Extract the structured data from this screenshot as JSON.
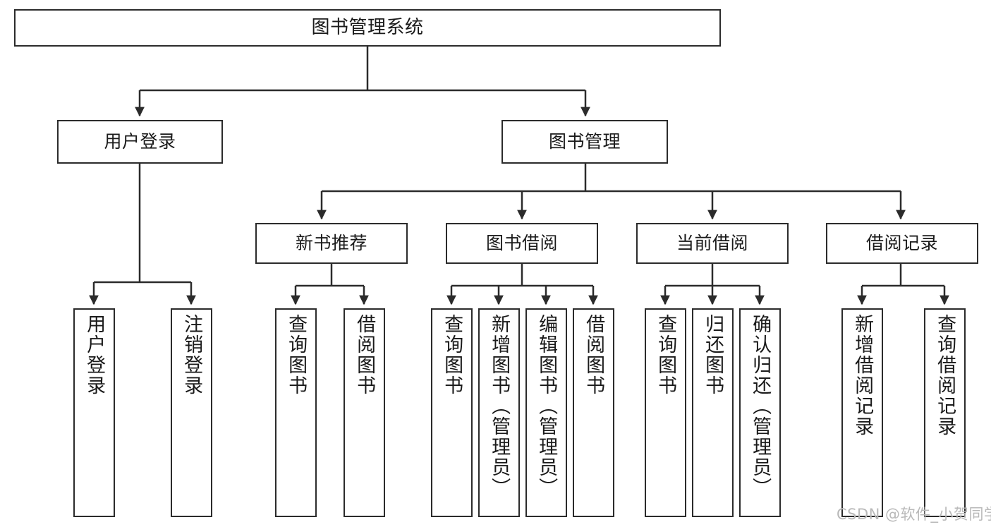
{
  "diagram": {
    "type": "tree-hierarchy-chart",
    "title": "图书管理系统",
    "watermark": "CSDN @软件_小贺同学",
    "colors": {
      "box_border": "#2b2b2b",
      "box_fill": "#ffffff",
      "edge": "#2b2b2b",
      "text": "#1a1a1a",
      "watermark": "#b9b9b9",
      "background": "#ffffff"
    },
    "nodes": {
      "root": {
        "label": "图书管理系统"
      },
      "level2": [
        {
          "id": "user-login",
          "label": "用户登录"
        },
        {
          "id": "book-management",
          "label": "图书管理"
        }
      ],
      "level3": [
        {
          "id": "new-book-recommend",
          "label": "新书推荐"
        },
        {
          "id": "book-borrow",
          "label": "图书借阅"
        },
        {
          "id": "current-borrow",
          "label": "当前借阅"
        },
        {
          "id": "borrow-record",
          "label": "借阅记录"
        }
      ],
      "leaves": [
        {
          "id": "leaf-user-login",
          "label": "用户登录",
          "parent": "user-login"
        },
        {
          "id": "leaf-logout-login",
          "label": "注销登录",
          "parent": "user-login"
        },
        {
          "id": "leaf-query-book-1",
          "label": "查询图书",
          "parent": "new-book-recommend"
        },
        {
          "id": "leaf-borrow-book-1",
          "label": "借阅图书",
          "parent": "new-book-recommend"
        },
        {
          "id": "leaf-query-book-2",
          "label": "查询图书",
          "parent": "book-borrow"
        },
        {
          "id": "leaf-add-book",
          "label": "新增图书（管理员）",
          "parent": "book-borrow"
        },
        {
          "id": "leaf-edit-book",
          "label": "编辑图书（管理员）",
          "parent": "book-borrow"
        },
        {
          "id": "leaf-borrow-book-2",
          "label": "借阅图书",
          "parent": "book-borrow"
        },
        {
          "id": "leaf-query-book-3",
          "label": "查询图书",
          "parent": "current-borrow"
        },
        {
          "id": "leaf-return-book",
          "label": "归还图书",
          "parent": "current-borrow"
        },
        {
          "id": "leaf-confirm-return",
          "label": "确认归还（管理员）",
          "parent": "current-borrow"
        },
        {
          "id": "leaf-add-record",
          "label": "新增借阅记录",
          "parent": "borrow-record"
        },
        {
          "id": "leaf-query-record",
          "label": "查询借阅记录",
          "parent": "borrow-record"
        }
      ]
    }
  }
}
